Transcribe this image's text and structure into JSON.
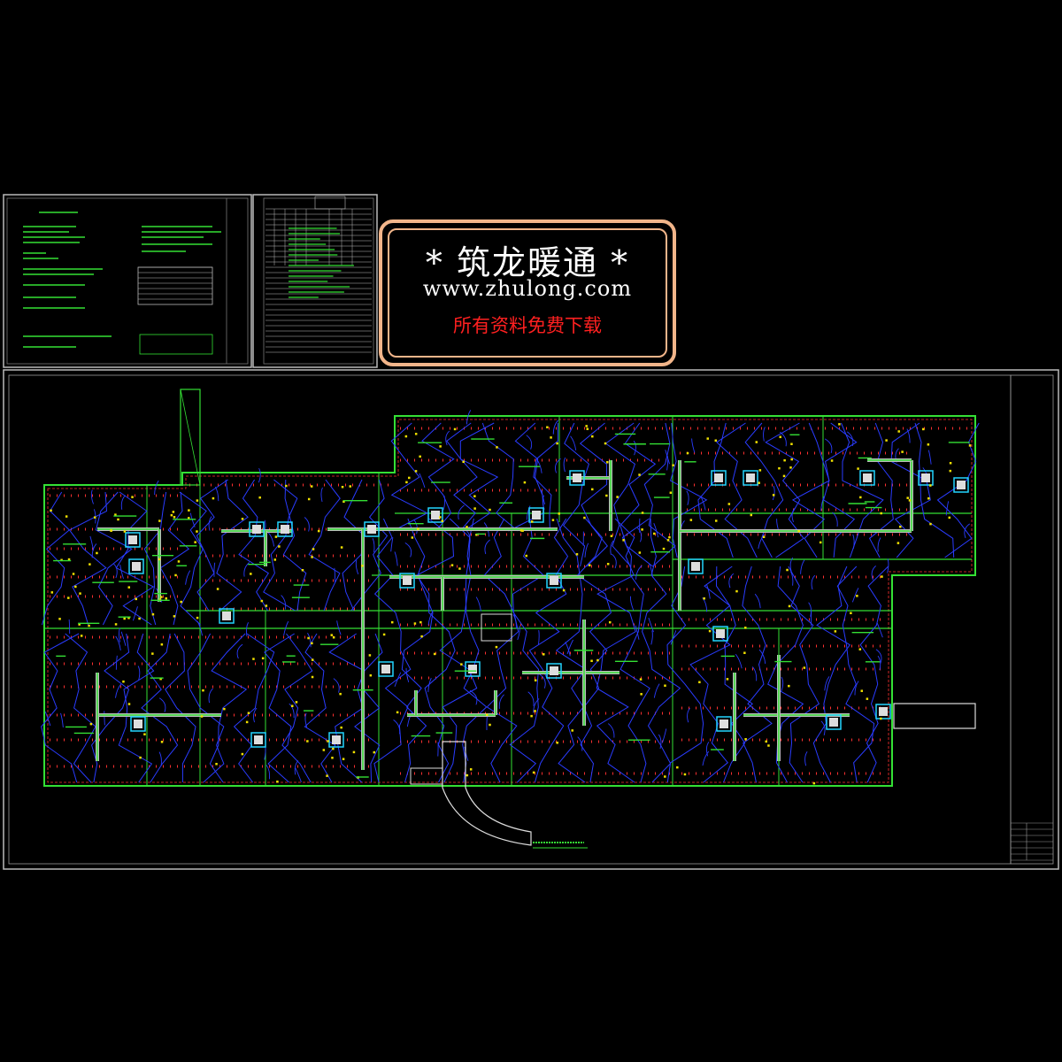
{
  "watermark": {
    "title": "* 筑龙暖通 *",
    "url": "www.zhulong.com",
    "tagline": "所有资料免费下载"
  },
  "colors": {
    "background": "#000000",
    "frame": "#c8c8c8",
    "duct_blue": "#2a3cff",
    "wall_green": "#34e034",
    "parking_red": "#ff3030",
    "equipment_cyan": "#22d6ff",
    "label_yellow": "#f0e000",
    "watermark_border": "#f2b58a",
    "watermark_text": "#ffffff",
    "watermark_tagline": "#ff2020"
  },
  "icons": [
    "fan-unit-icon",
    "exhaust-grille-icon",
    "ramp-icon"
  ]
}
